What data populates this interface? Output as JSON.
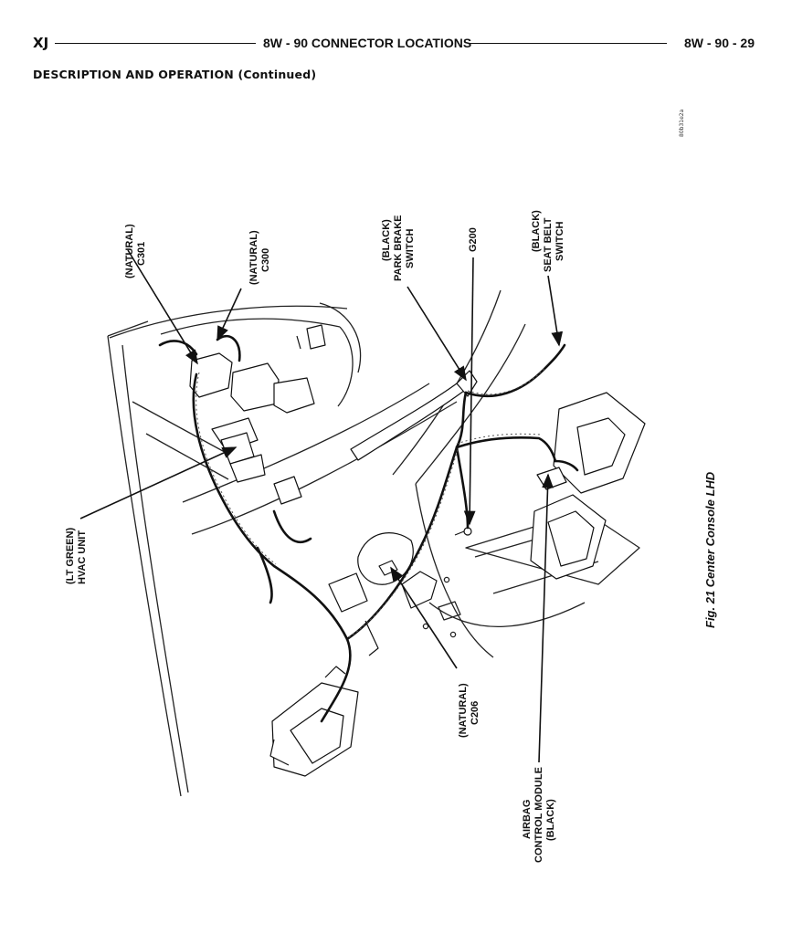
{
  "header": {
    "left": "XJ",
    "center": "8W - 90 CONNECTOR LOCATIONS",
    "right": "8W - 90 - 29"
  },
  "section_title": "DESCRIPTION AND OPERATION (Continued)",
  "figure": {
    "code": "80b31e2a",
    "caption": "Fig. 21 Center Console LHD",
    "labels": {
      "c301": [
        "(NATURAL)",
        "C301"
      ],
      "c300": [
        "(NATURAL)",
        "C300"
      ],
      "park_brake": [
        "(BLACK)",
        "PARK BRAKE",
        "SWITCH"
      ],
      "g200": [
        "G200"
      ],
      "seat_belt": [
        "(BLACK)",
        "SEAT BELT",
        "SWITCH"
      ],
      "hvac": [
        "(LT GREEN)",
        "HVAC UNIT"
      ],
      "c206": [
        "(NATURAL)",
        "C206"
      ],
      "airbag": [
        "AIRBAG",
        "CONTROL MODULE",
        "(BLACK)"
      ]
    }
  }
}
